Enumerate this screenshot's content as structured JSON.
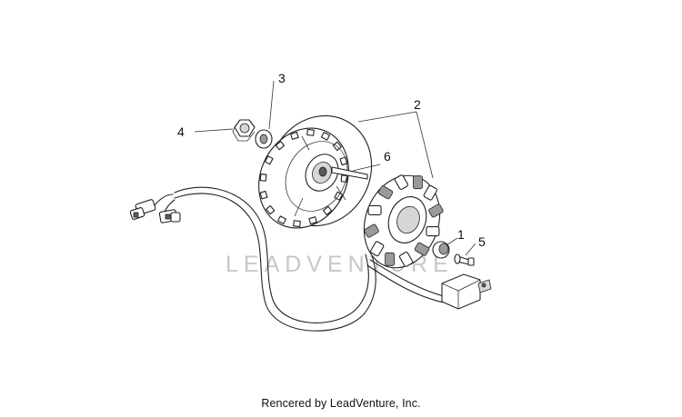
{
  "watermark": "LEADVENTURE",
  "footer_text": "Rencered by LeadVenture, Inc.",
  "callouts": [
    {
      "id": "part-1",
      "label": "1"
    },
    {
      "id": "part-2",
      "label": "2"
    },
    {
      "id": "part-3",
      "label": "3"
    },
    {
      "id": "part-4",
      "label": "4"
    },
    {
      "id": "part-5",
      "label": "5"
    },
    {
      "id": "part-6",
      "label": "6"
    }
  ]
}
